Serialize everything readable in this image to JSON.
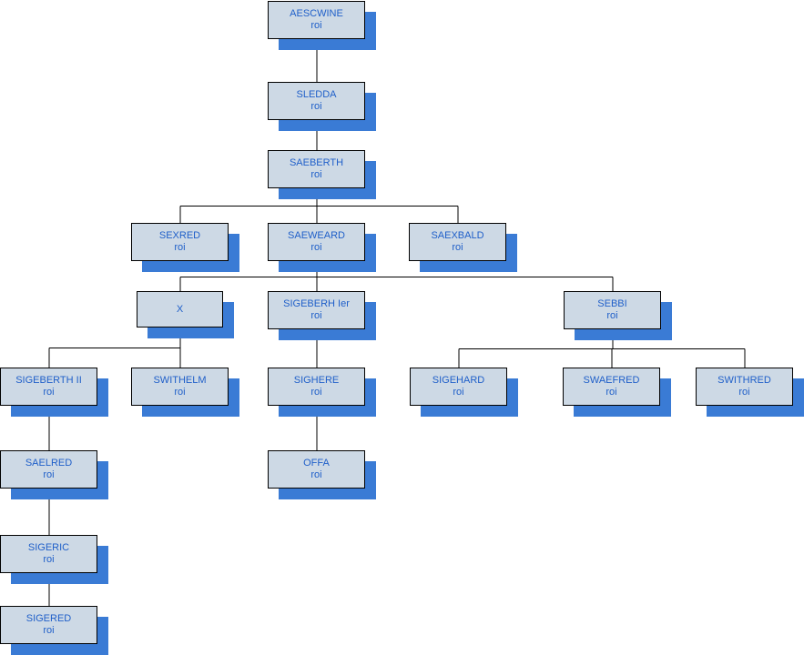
{
  "theme": {
    "node_fill": "#cdd9e5",
    "node_border": "#000000",
    "node_shadow": "#3a7bd5",
    "text_color": "#1f5fc9",
    "connector_color": "#000000"
  },
  "nodes": [
    {
      "id": "aescwine",
      "name": "AESCWINE",
      "title": "roi"
    },
    {
      "id": "sledda",
      "name": "SLEDDA",
      "title": "roi"
    },
    {
      "id": "saeberth",
      "name": "SAEBERTH",
      "title": "roi"
    },
    {
      "id": "sexred",
      "name": "SEXRED",
      "title": "roi"
    },
    {
      "id": "saeweard",
      "name": "SAEWEARD",
      "title": "roi"
    },
    {
      "id": "saexbald",
      "name": "SAEXBALD",
      "title": "roi"
    },
    {
      "id": "x",
      "name": "X",
      "title": ""
    },
    {
      "id": "sigeberh-1",
      "name": "SIGEBERH Ier",
      "title": "roi"
    },
    {
      "id": "sebbi",
      "name": "SEBBI",
      "title": "roi"
    },
    {
      "id": "sigeberth-2",
      "name": "SIGEBERTH II",
      "title": "roi"
    },
    {
      "id": "swithelm",
      "name": "SWITHELM",
      "title": "roi"
    },
    {
      "id": "sighere",
      "name": "SIGHERE",
      "title": "roi"
    },
    {
      "id": "sigehard",
      "name": "SIGEHARD",
      "title": "roi"
    },
    {
      "id": "swaefred",
      "name": "SWAEFRED",
      "title": "roi"
    },
    {
      "id": "swithred",
      "name": "SWITHRED",
      "title": "roi"
    },
    {
      "id": "saelred",
      "name": "SAELRED",
      "title": "roi"
    },
    {
      "id": "offa",
      "name": "OFFA",
      "title": "roi"
    },
    {
      "id": "sigeric",
      "name": "SIGERIC",
      "title": "roi"
    },
    {
      "id": "sigered",
      "name": "SIGERED",
      "title": "roi"
    }
  ],
  "edges": [
    {
      "from": "aescwine",
      "to": "sledda"
    },
    {
      "from": "sledda",
      "to": "saeberth"
    },
    {
      "from": "saeberth",
      "to": "sexred"
    },
    {
      "from": "saeberth",
      "to": "saeweard"
    },
    {
      "from": "saeberth",
      "to": "saexbald"
    },
    {
      "from": "saeweard",
      "to": "x"
    },
    {
      "from": "saeweard",
      "to": "sigeberh-1"
    },
    {
      "from": "saeweard",
      "to": "sebbi"
    },
    {
      "from": "x",
      "to": "sigeberth-2"
    },
    {
      "from": "x",
      "to": "swithelm"
    },
    {
      "from": "sigeberh-1",
      "to": "sighere"
    },
    {
      "from": "sighere",
      "to": "offa"
    },
    {
      "from": "sebbi",
      "to": "sigehard"
    },
    {
      "from": "sebbi",
      "to": "swaefred"
    },
    {
      "from": "sebbi",
      "to": "swithred"
    },
    {
      "from": "sigeberth-2",
      "to": "saelred"
    },
    {
      "from": "saelred",
      "to": "sigeric"
    },
    {
      "from": "sigeric",
      "to": "sigered"
    }
  ]
}
